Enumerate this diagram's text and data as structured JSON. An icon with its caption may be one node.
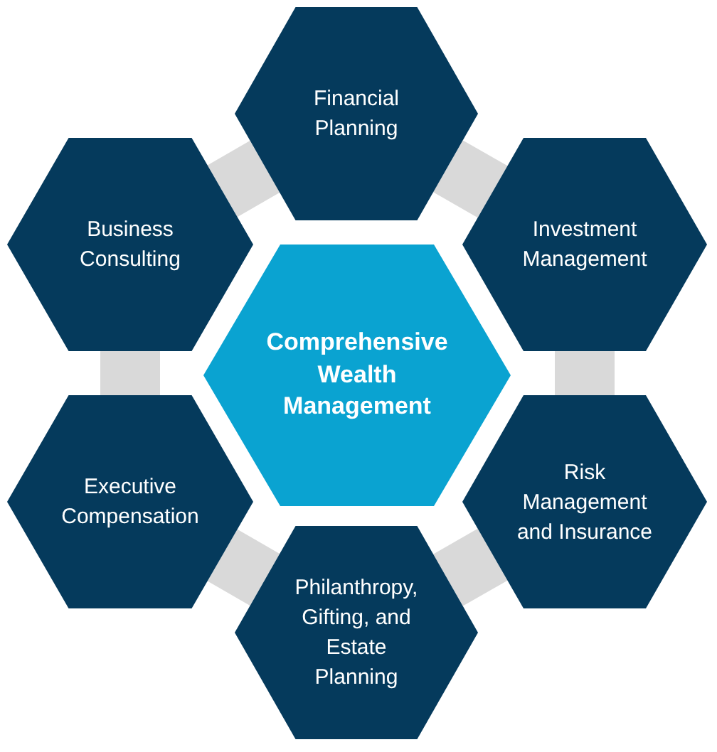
{
  "diagram": {
    "nodes": [
      {
        "text": [
          "Comprehensive Wealth Management"
        ]
      },
      {
        "text": [
          "Financial Planning"
        ]
      },
      {
        "text": [
          "Investment Management"
        ]
      },
      {
        "text": [
          "Risk Management and Insurance"
        ]
      },
      {
        "text": [
          "Philanthropy, Gifting, and Estate Planning"
        ]
      },
      {
        "text": [
          "Executive Compensation"
        ]
      },
      {
        "text": [
          "Business Consulting"
        ]
      }
    ],
    "edges": [
      {
        "from": 1,
        "to": 2,
        "arrow": "none"
      },
      {
        "from": 2,
        "to": 3,
        "arrow": "none"
      },
      {
        "from": 3,
        "to": 4,
        "arrow": "none"
      },
      {
        "from": 4,
        "to": 5,
        "arrow": "none"
      },
      {
        "from": 5,
        "to": 6,
        "arrow": "none"
      },
      {
        "from": 6,
        "to": 1,
        "arrow": "none"
      }
    ]
  }
}
